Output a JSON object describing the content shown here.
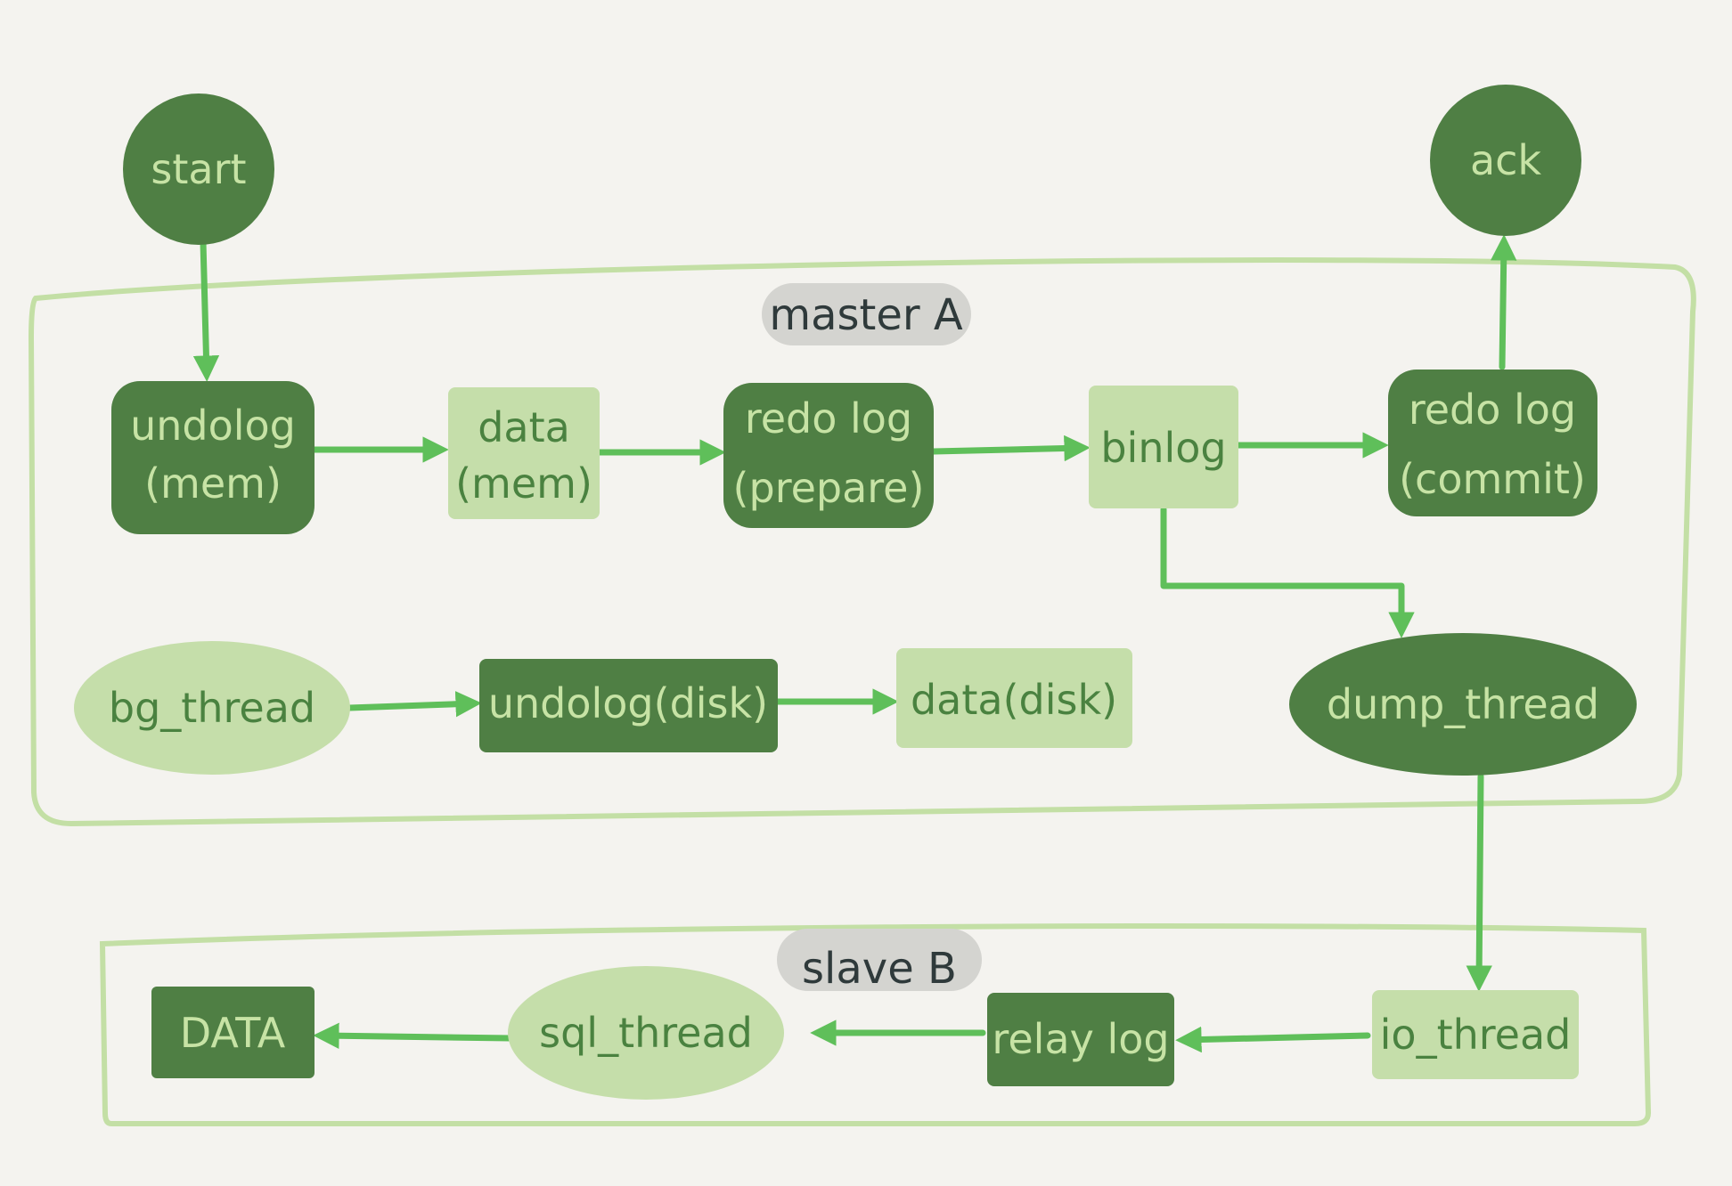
{
  "groups": {
    "master": "master A",
    "slave": "slave B"
  },
  "nodes": {
    "start": "start",
    "ack": "ack",
    "undolog_mem": [
      "undolog",
      "(mem)"
    ],
    "data_mem": [
      "data",
      "(mem)"
    ],
    "redo_prepare": [
      "redo log",
      "(prepare)"
    ],
    "binlog": "binlog",
    "redo_commit": [
      "redo log",
      "(commit)"
    ],
    "bg_thread": "bg_thread",
    "undolog_disk": "undolog(disk)",
    "data_disk": "data(disk)",
    "dump_thread": "dump_thread",
    "io_thread": "io_thread",
    "relay_log": "relay log",
    "sql_thread": "sql_thread",
    "DATA": "DATA"
  },
  "colors": {
    "dark_node": "#4f7f44",
    "light_node": "#c5deaa",
    "edge": "#5fbf5a",
    "frame": "#c3dfa5",
    "background": "#f4f3ef"
  }
}
